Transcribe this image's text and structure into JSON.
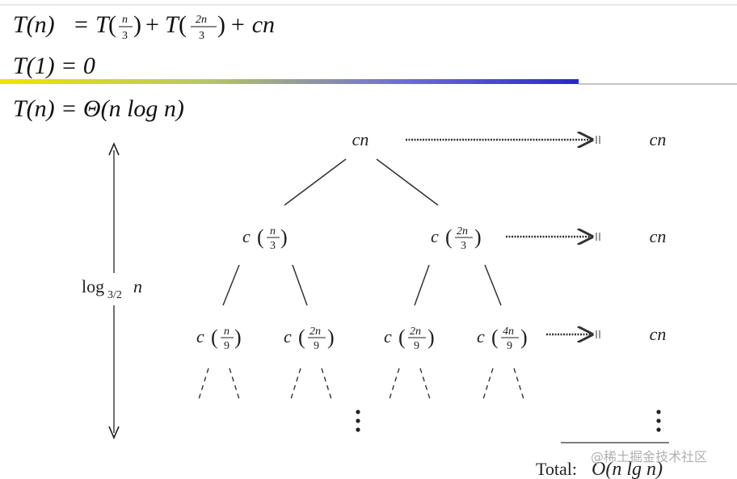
{
  "equations": {
    "recurrence": {
      "lhs": "T(n)",
      "eq": "=",
      "t1": "T",
      "f1_num": "n",
      "f1_den": "3",
      "plus1": "+",
      "t2": "T",
      "f2_num": "2n",
      "f2_den": "3",
      "tail": "+ cn"
    },
    "base_case": "T(1) = 0",
    "result": "T(n) = Θ(n log n)"
  },
  "tree": {
    "root": "cn",
    "level1": [
      {
        "c": "c",
        "num": "n",
        "den": "3"
      },
      {
        "c": "c",
        "num": "2n",
        "den": "3"
      }
    ],
    "level2": [
      {
        "c": "c",
        "num": "n",
        "den": "9"
      },
      {
        "c": "c",
        "num": "2n",
        "den": "9"
      },
      {
        "c": "c",
        "num": "2n",
        "den": "9"
      },
      {
        "c": "c",
        "num": "4n",
        "den": "9"
      }
    ],
    "row_costs": [
      "cn",
      "cn",
      "cn"
    ],
    "height_label": {
      "base": "log",
      "sub": "3/2",
      "var": "n"
    },
    "vdots": "⋮"
  },
  "total": {
    "label": "Total:",
    "value": "O(n lg n)"
  },
  "watermark": "@稀土掘金技术社区",
  "colors": {
    "gradient_start": "#f0e400",
    "gradient_end": "#2828c8",
    "ink": "#1a1a1a"
  }
}
